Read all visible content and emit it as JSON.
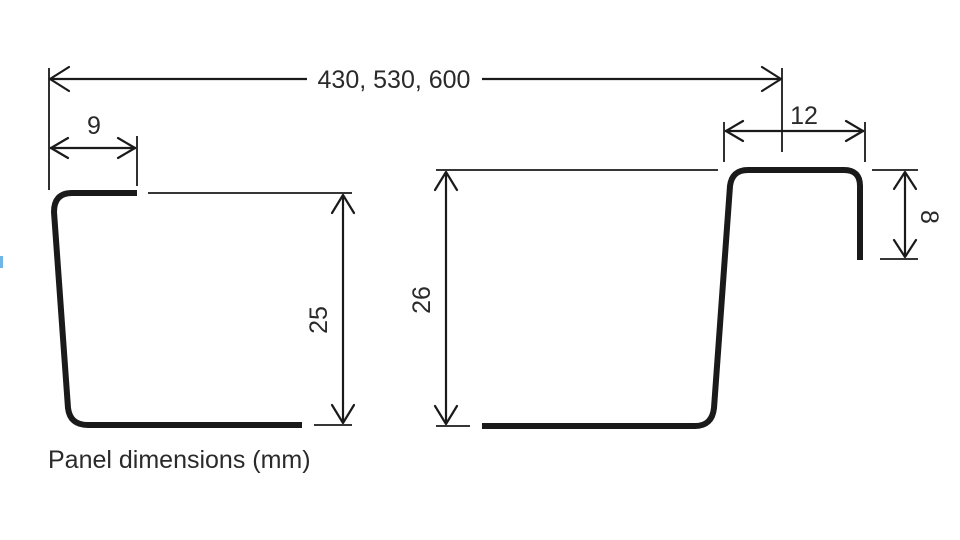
{
  "dimensions": {
    "overall_length": "430, 530, 600",
    "left_flange": "9",
    "left_height": "25",
    "right_height": "26",
    "hook_width": "12",
    "hook_height": "8"
  },
  "caption": "Panel dimensions (mm)",
  "colors": {
    "line": "#1a1a1a",
    "text": "#2a2a2a",
    "edge_marker": "#6fb6e6"
  }
}
